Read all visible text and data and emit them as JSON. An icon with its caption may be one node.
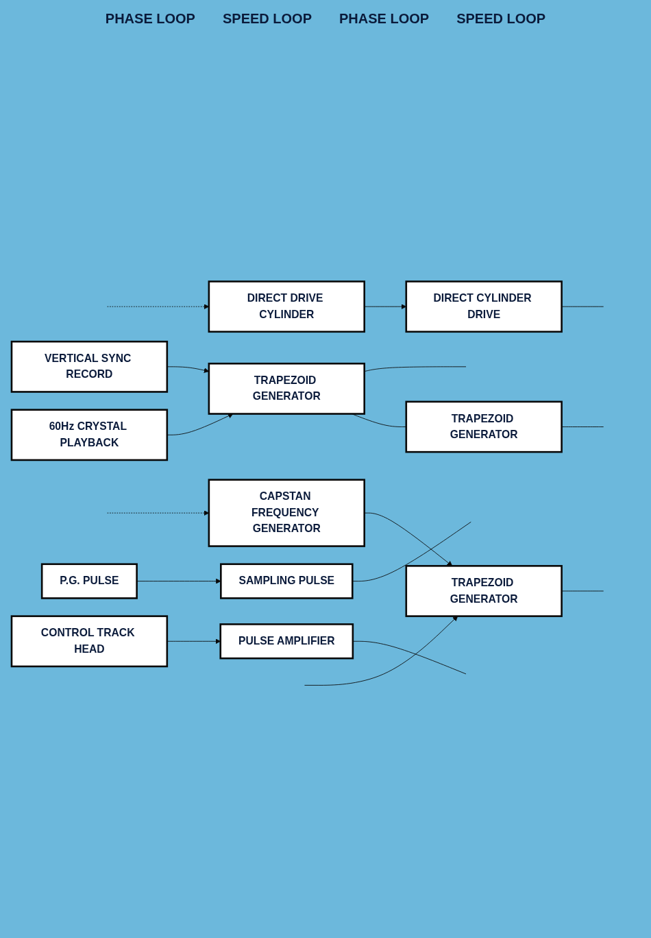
{
  "diagram": {
    "nodes": [
      {
        "text": [
          "VERTICAL SYNC RECORD"
        ]
      },
      {
        "text": [
          "60Hz CRYSTAL PLAYBACK"
        ]
      },
      {
        "text": [
          "TRAPEZOID GENERATOR"
        ]
      },
      {
        "text": [
          "P.G. PULSE"
        ]
      },
      {
        "text": [
          "SAMPLING PULSE"
        ]
      },
      {
        "text": [
          "DIRECT DRIVE CYLINDER"
        ]
      },
      {
        "text": [
          "DIRECT CYLINDER DRIVE"
        ]
      },
      {
        "text": [
          "TRAPEZOID GENERATOR"
        ]
      },
      {
        "text": [
          "CONTROL TRACK HEAD"
        ]
      },
      {
        "text": [
          "PULSE AMPLIFIER"
        ]
      },
      {
        "text": [
          "CAPSTAN FREQUENCY GENERATOR"
        ]
      },
      {
        "text": [
          "TRAPEZOID GENERATOR"
        ]
      }
    ],
    "edges": [
      {
        "from": 0,
        "to": 2,
        "arrow": "to"
      },
      {
        "from": 1,
        "to": 2,
        "arrow": "to"
      },
      {
        "from": 2,
        "to": null,
        "arrow": "none"
      },
      {
        "from": 2,
        "to": 7,
        "arrow": "none"
      },
      {
        "from": 3,
        "to": 4,
        "arrow": "to"
      },
      {
        "from": 4,
        "to": null,
        "arrow": "none"
      },
      {
        "from": 5,
        "to": 6,
        "arrow": "to"
      },
      {
        "from": 6,
        "to": null,
        "arrow": "none"
      },
      {
        "from": null,
        "to": 5,
        "arrow": "to",
        "style": "dashed"
      },
      {
        "from": 7,
        "to": null,
        "arrow": "none"
      },
      {
        "from": 8,
        "to": 9,
        "arrow": "to"
      },
      {
        "from": 9,
        "to": null,
        "arrow": "none"
      },
      {
        "from": null,
        "to": 11,
        "arrow": "to"
      },
      {
        "from": 10,
        "to": 11,
        "arrow": "to"
      },
      {
        "from": 11,
        "to": null,
        "arrow": "none"
      },
      {
        "from": null,
        "to": 10,
        "arrow": "to",
        "style": "dashed"
      }
    ],
    "labels": [
      "PHASE LOOP",
      "SPEED LOOP",
      "PHASE LOOP",
      "SPEED LOOP"
    ]
  }
}
